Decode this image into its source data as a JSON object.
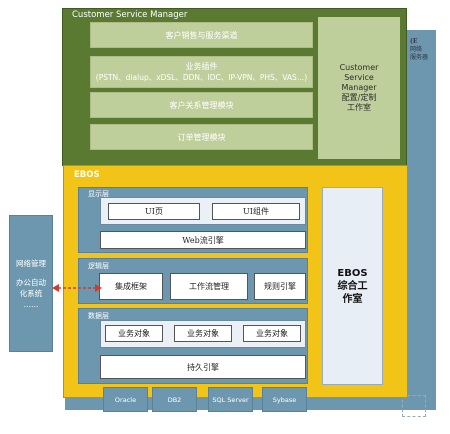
{
  "csm": {
    "title": "Customer Service Manager",
    "boxes": [
      {
        "label": "客户销售与服务渠道"
      },
      {
        "label_line1": "业务插件",
        "label_line2": "(PSTN、dialup、xDSL、DDN、IDC、IP-VPN、PHS、VAS…)"
      },
      {
        "label": "客户关系管理模块"
      },
      {
        "label": "订单管理模块"
      }
    ],
    "studio_lines": [
      "Customer",
      "Service",
      "Manager",
      "配置/定制",
      "工作室"
    ]
  },
  "ebos": {
    "title": "EBOS",
    "display_layer": {
      "label": "显示层",
      "ui_page": "UI页",
      "ui_component": "UI组件",
      "web_engine": "Web流引擎"
    },
    "logic_layer": {
      "label": "逻辑层",
      "framework": "集成框架",
      "workflow": "工作流管理",
      "rules": "规则引擎"
    },
    "data_layer": {
      "label": "数据层",
      "objects": [
        "业务对象",
        "业务对象",
        "业务对象"
      ],
      "persistence": "持久引擎"
    },
    "studio_lines": [
      "EBOS",
      "综合工",
      "作室"
    ]
  },
  "databases": [
    "Oracle",
    "DB2",
    "SQL Server",
    "Sybase"
  ],
  "left_panel": {
    "lines": [
      "网络管理",
      "",
      "办公自动",
      "化系统",
      "……"
    ]
  },
  "top_right": {
    "lines": [
      "(E",
      "网络",
      "服务器"
    ]
  },
  "colors": {
    "green": "#5a7a32",
    "yellow": "#f2c417",
    "blue": "#6d97ae",
    "arrow": "#d43a2a"
  }
}
